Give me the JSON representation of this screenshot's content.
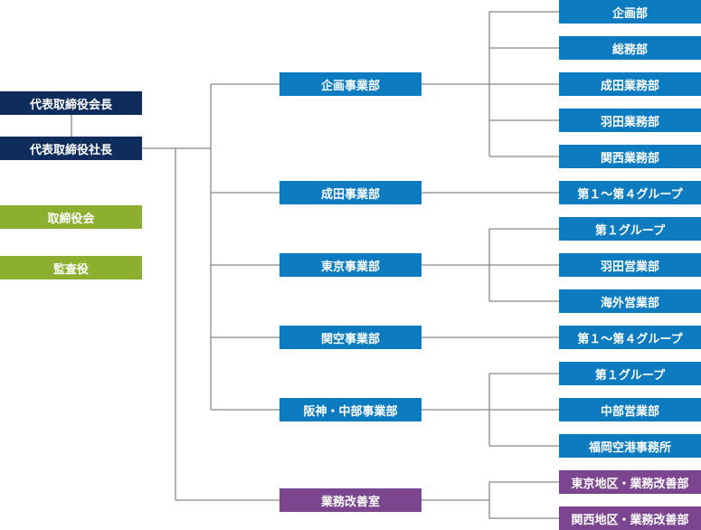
{
  "leadership": {
    "chairman": "代表取締役会長",
    "president": "代表取締役社長",
    "board": "取締役会",
    "auditor": "監査役"
  },
  "divisions": [
    {
      "name": "企画事業部",
      "departments": [
        "企画部",
        "総務部",
        "成田業務部",
        "羽田業務部",
        "関西業務部"
      ]
    },
    {
      "name": "成田事業部",
      "departments": [
        "第１〜第４グループ"
      ]
    },
    {
      "name": "東京事業部",
      "departments": [
        "第１グループ",
        "羽田営業部",
        "海外営業部"
      ]
    },
    {
      "name": "関空事業部",
      "departments": [
        "第１〜第４グループ"
      ]
    },
    {
      "name": "阪神・中部事業部",
      "departments": [
        "第１グループ",
        "中部営業部",
        "福岡空港事務所"
      ]
    },
    {
      "name": "業務改善室",
      "departments": [
        "東京地区・業務改善部",
        "関西地区・業務改善部"
      ]
    }
  ],
  "colors": {
    "executive": "#0f2d5c",
    "board": "#8caf2f",
    "division": "#0d7bbf",
    "improvement": "#7c4590",
    "connector": "#888888"
  }
}
